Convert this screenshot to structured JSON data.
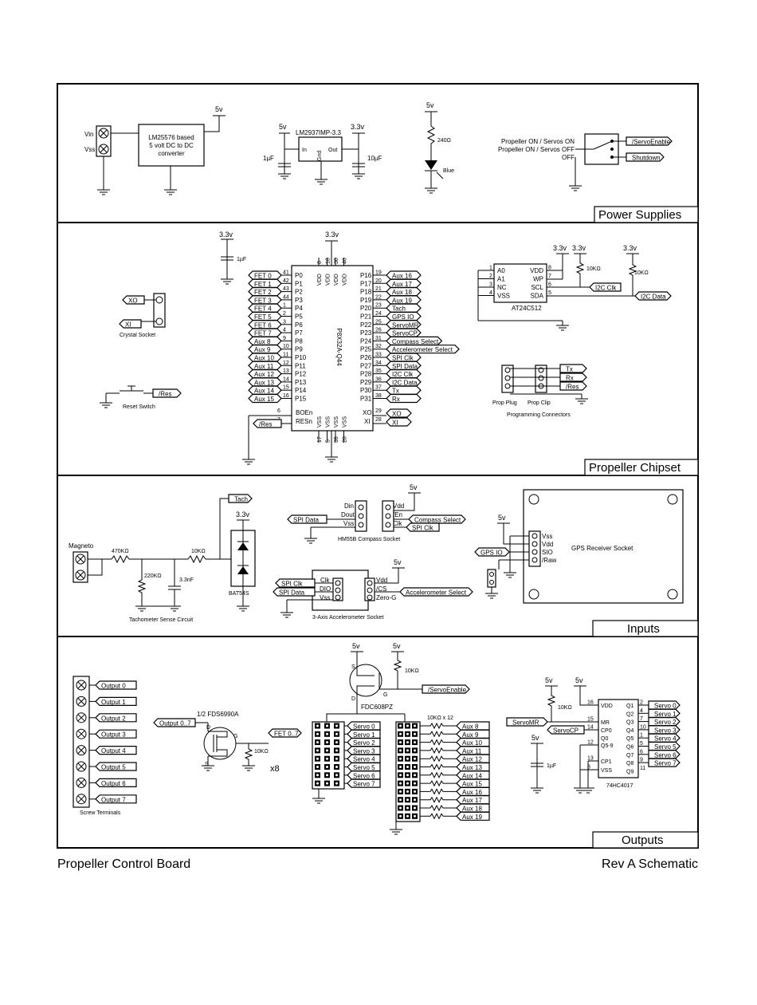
{
  "supply": {
    "v5": "5v",
    "v33": "3.3v"
  },
  "power": {
    "title": "Power Supplies",
    "vin": "Vin",
    "vss": "Vss",
    "conv1": "LM25576 based",
    "conv2": "5 volt DC to DC",
    "conv3": "converter",
    "reg": "LM2937IMP-3.3",
    "reg_in": "In",
    "reg_out": "Out",
    "reg_gnd": "Gnd",
    "c_in": "1µF",
    "c_out": "10µF",
    "r_led": "240Ω",
    "led": "Blue",
    "sw1": "Propeller ON / Servos ON",
    "sw2": "Propeller ON / Servos OFF",
    "sw3": "OFF",
    "servo_enable": "/ServoEnable",
    "shutdown": "Shutdown"
  },
  "chipset": {
    "title": "Propeller Chipset",
    "cap": "1µF",
    "xo": "XO",
    "xi": "XI",
    "crystal": "Crystal Socket",
    "res": "/Res",
    "reset": "Reset Switch",
    "chip": "P8X32A-Q44",
    "left_pins": [
      {
        "num": "41",
        "pin": "P0",
        "net": "FET 0"
      },
      {
        "num": "42",
        "pin": "P1",
        "net": "FET 1"
      },
      {
        "num": "43",
        "pin": "P2",
        "net": "FET 2"
      },
      {
        "num": "44",
        "pin": "P3",
        "net": "FET 3"
      },
      {
        "num": "1",
        "pin": "P4",
        "net": "FET 4"
      },
      {
        "num": "2",
        "pin": "P5",
        "net": "FET 5"
      },
      {
        "num": "3",
        "pin": "P6",
        "net": "FET 6"
      },
      {
        "num": "4",
        "pin": "P7",
        "net": "FET 7"
      },
      {
        "num": "9",
        "pin": "P8",
        "net": "Aux 8"
      },
      {
        "num": "10",
        "pin": "P9",
        "net": "Aux 9"
      },
      {
        "num": "11",
        "pin": "P10",
        "net": "Aux 10"
      },
      {
        "num": "12",
        "pin": "P11",
        "net": "Aux 11"
      },
      {
        "num": "13",
        "pin": "P12",
        "net": "Aux 12"
      },
      {
        "num": "14",
        "pin": "P13",
        "net": "Aux 13"
      },
      {
        "num": "15",
        "pin": "P14",
        "net": "Aux 14"
      },
      {
        "num": "16",
        "pin": "P15",
        "net": "Aux 15"
      }
    ],
    "right_pins": [
      {
        "num": "19",
        "pin": "P16",
        "net": "Aux 16"
      },
      {
        "num": "20",
        "pin": "P17",
        "net": "Aux 17"
      },
      {
        "num": "21",
        "pin": "P18",
        "net": "Aux 18"
      },
      {
        "num": "22",
        "pin": "P19",
        "net": "Aux 19"
      },
      {
        "num": "23",
        "pin": "P20",
        "net": "Tach"
      },
      {
        "num": "24",
        "pin": "P21",
        "net": "GPS IO"
      },
      {
        "num": "25",
        "pin": "P22",
        "net": "ServoMR"
      },
      {
        "num": "26",
        "pin": "P23",
        "net": "ServoCP"
      },
      {
        "num": "31",
        "pin": "P24",
        "net": "Compass Select"
      },
      {
        "num": "32",
        "pin": "P25",
        "net": "Accelerometer Select"
      },
      {
        "num": "33",
        "pin": "P26",
        "net": "SPI Clk"
      },
      {
        "num": "34",
        "pin": "P27",
        "net": "SPI Data"
      },
      {
        "num": "35",
        "pin": "P28",
        "net": "I2C Clk"
      },
      {
        "num": "36",
        "pin": "P29",
        "net": "I2C Data"
      },
      {
        "num": "37",
        "pin": "P30",
        "net": "Tx"
      },
      {
        "num": "38",
        "pin": "P31",
        "net": "Rx"
      }
    ],
    "vdd": "VDD",
    "vdd_nums": [
      "8",
      "18",
      "30",
      "40"
    ],
    "vss": "VSS",
    "vss_nums": [
      "17",
      "5",
      "39",
      "28"
    ],
    "boen": "BOEn",
    "resn": "RESn",
    "boen_num": "6",
    "resn_num": "7",
    "xo_num": "29",
    "xi_num": "28",
    "eeprom": "AT24C512",
    "eeprom_left": [
      {
        "num": "1",
        "pin": "A0"
      },
      {
        "num": "2",
        "pin": "A1"
      },
      {
        "num": "3",
        "pin": "NC"
      },
      {
        "num": "4",
        "pin": "VSS"
      }
    ],
    "eeprom_right": [
      {
        "num": "8",
        "pin": "VDD"
      },
      {
        "num": "7",
        "pin": "WP"
      },
      {
        "num": "6",
        "pin": "SCL"
      },
      {
        "num": "5",
        "pin": "SDA"
      }
    ],
    "r10k": "10KΩ",
    "i2c_clk": "I2C Clk",
    "i2c_data": "I2C Data",
    "tx": "Tx",
    "rx": "Rx",
    "prop_plug": "Prop Plug",
    "prop_clip": "Prop Clip",
    "prog": "Programming Connectors"
  },
  "inputs": {
    "title": "Inputs",
    "magneto": "Magneto",
    "r470": "470KΩ",
    "r220": "220KΩ",
    "r10k": "10KΩ",
    "c33": "3.3nF",
    "tach": "Tach",
    "diode": "BAT54S",
    "tach_circuit": "Tachometer Sense Circuit",
    "din": "Din",
    "dout": "Dout",
    "vss": "Vss",
    "vdd": "Vdd",
    "en": "/En",
    "clk": "Clk",
    "spi_data": "SPI Data",
    "spi_clk": "SPI Clk",
    "compass_select": "Compass Select",
    "compass": "HM55B Compass Socket",
    "gps_vss": "Vss",
    "gps_vdd": "Vdd",
    "gps_sio": "SIO",
    "gps_raw": "/Raw",
    "gps_io": "GPS IO",
    "gps": "GPS Receiver Socket",
    "acc_clk": "Clk",
    "acc_dio": "DIO",
    "acc_vss": "Vss",
    "acc_vdd": "Vdd",
    "acc_cs": "/CS",
    "acc_zero": "Zero-G",
    "acc_select": "Accelerometer Select",
    "accel": "3-Axis Accelerometer Socket"
  },
  "outputs": {
    "title": "Outputs",
    "outputs": [
      "Output 0",
      "Output 1",
      "Output 2",
      "Output 3",
      "Output 4",
      "Output 5",
      "Output 6",
      "Output 7"
    ],
    "screw": "Screw Terminals",
    "fet_half": "1/2 FDS6990A",
    "out_bus": "Output 0..7",
    "fet_bus": "FET 0..7",
    "r10k": "10KΩ",
    "x8": "x8",
    "d": "D",
    "g": "G",
    "s": "S",
    "pfet": "FDC608PZ",
    "servo_enable": "/ServoEnable",
    "servos": [
      "Servo 0",
      "Servo 1",
      "Servo 2",
      "Servo 3",
      "Servo 4",
      "Servo 5",
      "Servo 6",
      "Servo 7"
    ],
    "r_array": "10KΩ x 12",
    "aux": [
      "Aux 8",
      "Aux 9",
      "Aux 10",
      "Aux 11",
      "Aux 12",
      "Aux 13",
      "Aux 14",
      "Aux 15",
      "Aux 16",
      "Aux 17",
      "Aux 18",
      "Aux 19"
    ],
    "servomr": "ServoMR",
    "servocp": "ServoCP",
    "c1u": "1µF",
    "counter": "74HC4017",
    "cnt_left": [
      {
        "num": "16",
        "pin": "VDD"
      },
      {
        "num": "15",
        "pin": "MR"
      },
      {
        "num": "14",
        "pin": "CP0"
      },
      {
        "num": "",
        "pin": "Q0"
      },
      {
        "num": "12",
        "pin": "Q5-9"
      },
      {
        "num": "13",
        "pin": "CP1"
      },
      {
        "num": "8",
        "pin": "VSS"
      }
    ],
    "cnt_right": [
      {
        "num": "2",
        "pin": "Q1"
      },
      {
        "num": "4",
        "pin": "Q2"
      },
      {
        "num": "7",
        "pin": "Q3"
      },
      {
        "num": "10",
        "pin": "Q4"
      },
      {
        "num": "1",
        "pin": "Q5"
      },
      {
        "num": "5",
        "pin": "Q6"
      },
      {
        "num": "6",
        "pin": "Q7"
      },
      {
        "num": "9",
        "pin": "Q8"
      },
      {
        "num": "11",
        "pin": "Q9"
      }
    ]
  },
  "footer": {
    "left": "Propeller Control Board",
    "right": "Rev A Schematic"
  }
}
